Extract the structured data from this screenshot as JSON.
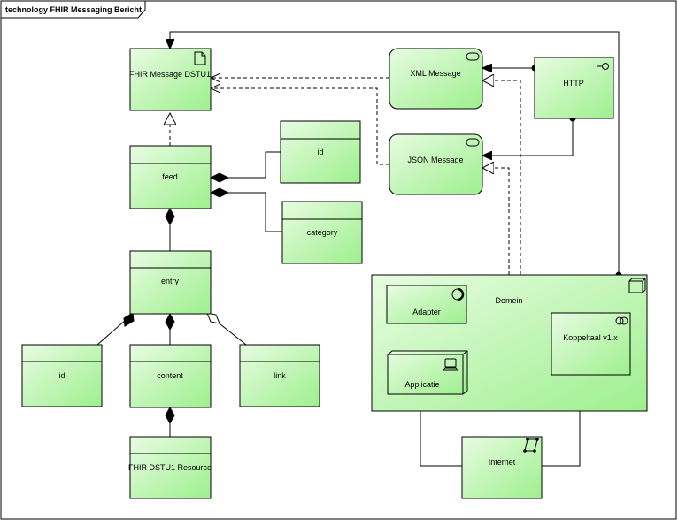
{
  "frame": {
    "title": "technology FHIR Messaging Bericht"
  },
  "nodes": {
    "fhir_message": {
      "label": "FHIR Message DSTU1",
      "icon": "document-icon"
    },
    "xml_message": {
      "label": "XML Message",
      "icon": "service-icon"
    },
    "http": {
      "label": "HTTP",
      "icon": "interface-icon"
    },
    "json_message": {
      "label": "JSON Message",
      "icon": "service-icon"
    },
    "id_top": {
      "label": "id"
    },
    "feed": {
      "label": "feed"
    },
    "category": {
      "label": "category"
    },
    "entry": {
      "label": "entry"
    },
    "domein": {
      "label": "Domein",
      "icon": "node-icon"
    },
    "adapter": {
      "label": "Adapter",
      "icon": "component-icon"
    },
    "koppeltaal": {
      "label": "Koppeltaal v1.x",
      "icon": "collaboration-icon"
    },
    "applicatie": {
      "label": "Applicatie",
      "icon": "device-icon"
    },
    "id_bottom": {
      "label": "id"
    },
    "content": {
      "label": "content"
    },
    "link": {
      "label": "link"
    },
    "fhir_resource": {
      "label": "FHIR DSTU1 Resource"
    },
    "internet": {
      "label": "Internet",
      "icon": "network-icon"
    }
  },
  "colors": {
    "fill_light": "#e8fce2",
    "fill_dark": "#9ef08e",
    "stroke": "#000000"
  }
}
